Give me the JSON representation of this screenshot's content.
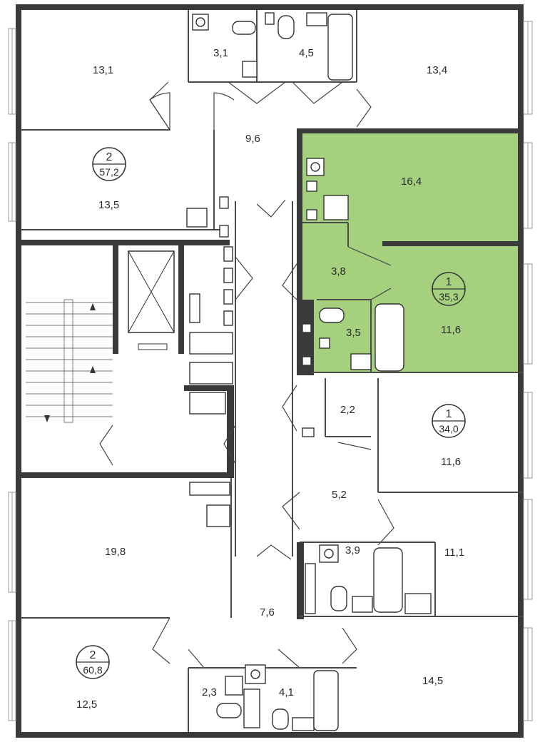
{
  "highlight_color": "#a5d17f",
  "wall_color": "#3a3a3a",
  "rooms": [
    {
      "id": "r-13-1-top-left",
      "label": "13,1"
    },
    {
      "id": "r-3-1",
      "label": "3,1"
    },
    {
      "id": "r-4-5",
      "label": "4,5"
    },
    {
      "id": "r-13-4",
      "label": "13,4"
    },
    {
      "id": "r-9-6",
      "label": "9,6"
    },
    {
      "id": "r-13-5",
      "label": "13,5"
    },
    {
      "id": "r-16-4",
      "label": "16,4"
    },
    {
      "id": "r-3-8",
      "label": "3,8"
    },
    {
      "id": "r-3-5",
      "label": "3,5"
    },
    {
      "id": "r-11-6-green",
      "label": "11,6"
    },
    {
      "id": "r-2-2",
      "label": "2,2"
    },
    {
      "id": "r-11-6",
      "label": "11,6"
    },
    {
      "id": "r-5-2",
      "label": "5,2"
    },
    {
      "id": "r-19-8",
      "label": "19,8"
    },
    {
      "id": "r-3-9",
      "label": "3,9"
    },
    {
      "id": "r-11-1",
      "label": "11,1"
    },
    {
      "id": "r-7-6",
      "label": "7,6"
    },
    {
      "id": "r-12-5",
      "label": "12,5"
    },
    {
      "id": "r-2-3",
      "label": "2,3"
    },
    {
      "id": "r-4-1",
      "label": "4,1"
    },
    {
      "id": "r-14-5",
      "label": "14,5"
    }
  ],
  "apartments": [
    {
      "id": "apt-top-left",
      "rooms": "2",
      "area": "57,2"
    },
    {
      "id": "apt-green",
      "rooms": "1",
      "area": "35,3"
    },
    {
      "id": "apt-mid-right",
      "rooms": "1",
      "area": "34,0"
    },
    {
      "id": "apt-bottom-left",
      "rooms": "2",
      "area": "60,8"
    }
  ]
}
